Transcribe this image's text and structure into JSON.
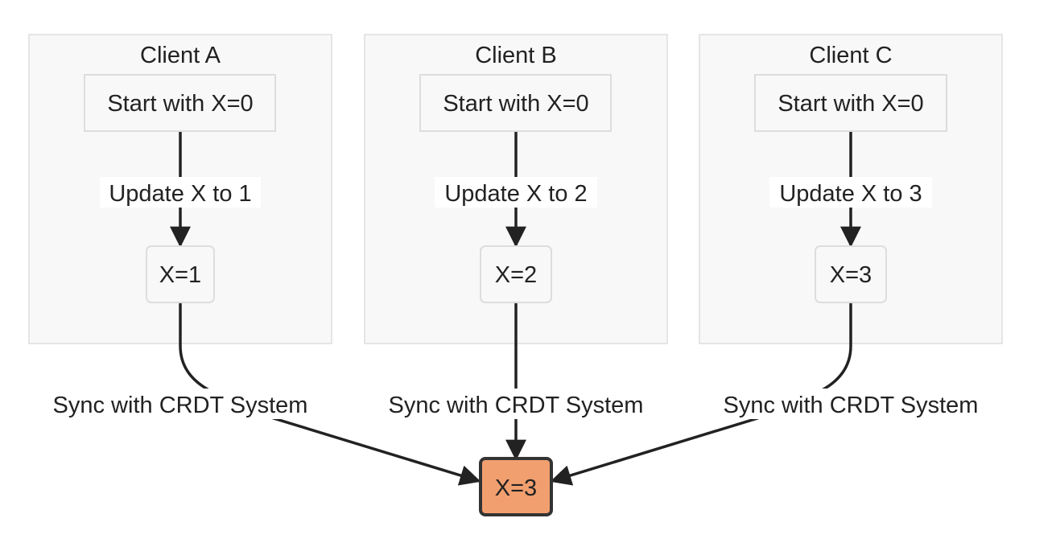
{
  "clients": [
    {
      "title": "Client A",
      "start_label": "Start with X=0",
      "update_label": "Update X to 1",
      "value_label": "X=1",
      "sync_label": "Sync with CRDT System"
    },
    {
      "title": "Client B",
      "start_label": "Start with X=0",
      "update_label": "Update X to 2",
      "value_label": "X=2",
      "sync_label": "Sync with CRDT System"
    },
    {
      "title": "Client C",
      "start_label": "Start with X=0",
      "update_label": "Update X to 3",
      "value_label": "X=3",
      "sync_label": "Sync with CRDT System"
    }
  ],
  "final_node": {
    "label": "X=3",
    "fill_color": "#f29f6f"
  },
  "colors": {
    "cluster_fill": "#f8f8f8",
    "cluster_border": "#dddddd",
    "edge": "#222222",
    "final_border": "#333333"
  }
}
